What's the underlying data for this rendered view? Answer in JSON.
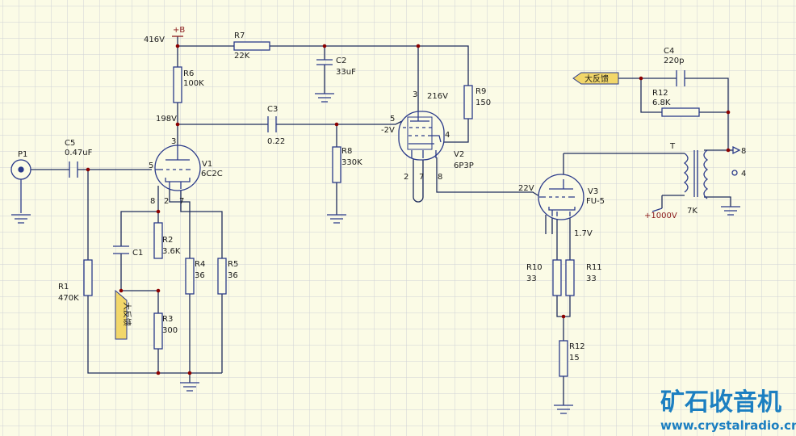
{
  "colors": {
    "background": "#fbfbe6",
    "grid": "#cfd2d6",
    "wire": "#1f2c5c",
    "component": "#2a3a8a",
    "junction": "#8b0000",
    "power_label": "#8b1a1a",
    "port_fill": "#f2d76a",
    "brand": "#1c7fc1"
  },
  "labels": {
    "vb": "+B",
    "v416": "416V",
    "r7": "R7",
    "r7v": "22K",
    "c2": "C2",
    "c2v": "33uF",
    "r6": "R6",
    "r6v": "100K",
    "v198": "198V",
    "c3": "C3",
    "c3v": "0.22",
    "r9": "R9",
    "r9v": "150",
    "pin3b": "3",
    "v216": "216V",
    "pin5b": "5",
    "vneg2": "-2V",
    "pin4b": "4",
    "v2": "V2",
    "v2t": "6P3P",
    "pin2b": "2",
    "pin7b": "7",
    "pin8b": "8",
    "r8": "R8",
    "r8v": "330K",
    "p1": "P1",
    "c5": "C5",
    "c5v": "0.47uF",
    "pin3a": "3",
    "pin5a": "5",
    "v1": "V1",
    "v1t": "6C2C",
    "pin8a": "8",
    "pin2a": "2",
    "pin7a": "7",
    "c1": "C1",
    "r2": "R2",
    "r2v": "3.6K",
    "r4": "R4",
    "r4v": "36",
    "r5": "R5",
    "r5v": "36",
    "r1": "R1",
    "r1v": "470K",
    "r3": "R3",
    "r3v": "300",
    "fb_left": "大反馈",
    "fb_right": "大反馈",
    "c4": "C4",
    "c4v": "220p",
    "r12a": "R12",
    "r12av": "6.8K",
    "t": "T",
    "out8": "8",
    "out4": "4",
    "v1000": "+1000V",
    "t7k": "7K",
    "v22": "22V",
    "v3": "V3",
    "v3t": "FU-5",
    "v17": "1.7V",
    "r10": "R10",
    "r10v": "33",
    "r11": "R11",
    "r11v": "33",
    "r12b": "R12",
    "r12bv": "15"
  },
  "brand": {
    "name": "矿石收音机",
    "url": "www.crystalradio.cn"
  }
}
